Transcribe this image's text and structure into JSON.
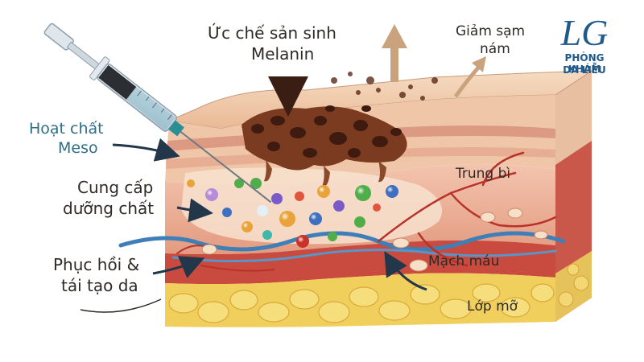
{
  "labels": {
    "melanin_line1": "Ức chế sản sinh",
    "melanin_line2": "Melanin",
    "meso_line1": "Hoạt chất",
    "meso_line2": "Meso",
    "nutrition_line1": "Cung cấp",
    "nutrition_line2": "dưỡng chất",
    "repair_line1": "Phục hồi &",
    "repair_line2": "tái tạo da",
    "reduce_line1": "Giảm sạm",
    "reduce_line2": "nám",
    "dermis": "Trung bì",
    "vessels": "Mạch máu",
    "fat": "Lớp mỡ"
  },
  "logo": {
    "monogram": "LG",
    "line1": "PHÒNG KHÁM",
    "line2": "DA LIỄU"
  },
  "colors": {
    "label_dark": "#2f2a26",
    "label_teal": "#2f6f86",
    "logo_blue": "#1f5a8a",
    "skin_top": "#f1cfb0",
    "dermis": "#e9a890",
    "fat": "#f2d36a",
    "melanin": "#5a2a18",
    "vessel_blue": "#3f7fb8",
    "vessel_red": "#b8322a"
  }
}
